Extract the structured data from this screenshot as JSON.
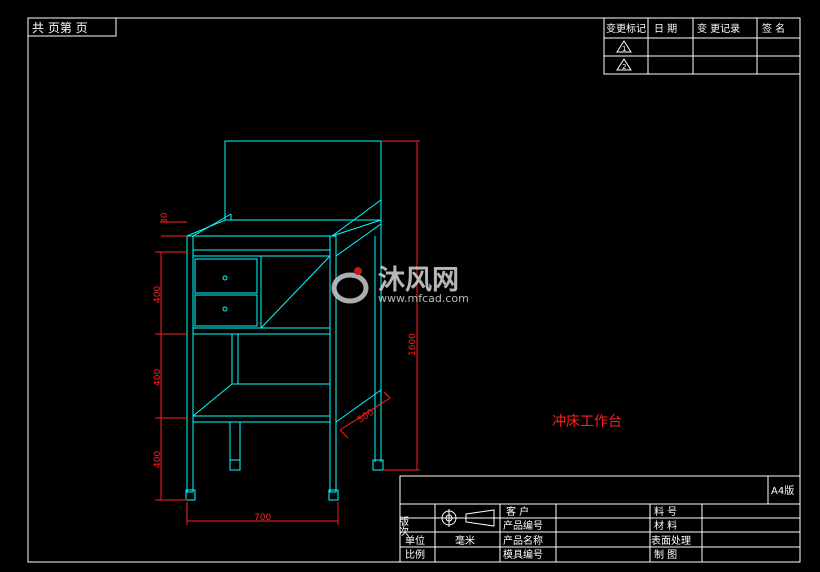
{
  "sheet": {
    "page_count_label": "共 页第 页"
  },
  "revision_table": {
    "headers": [
      "变更标记",
      "日 期",
      "变 更记录",
      "签 名"
    ],
    "rows": [
      {
        "mark": "1"
      },
      {
        "mark": "2"
      }
    ]
  },
  "watermark": {
    "brand": "沐风网",
    "url": "www.mfcad.com"
  },
  "drawing": {
    "title": "冲床工作台",
    "dimensions": {
      "top_lip": "30",
      "drawer_height": "400",
      "middle_height": "400",
      "leg_height": "400",
      "total_height": "1600",
      "width": "700",
      "depth": "500"
    }
  },
  "title_block": {
    "format": "A4版",
    "rows": [
      {
        "left_label": "版次",
        "center_label": "客 户",
        "right_label": "料 号"
      },
      {
        "left_label": "",
        "center_label": "产品编号",
        "right_label": "材 料"
      },
      {
        "left_label": "单位",
        "left_value": "毫米",
        "center_label": "产品名称",
        "right_label": "表面处理"
      },
      {
        "left_label": "比例",
        "center_label": "模具编号",
        "right_label": "制 图"
      }
    ]
  },
  "colors": {
    "frame": "#ffffff",
    "drawing": "#00ffff",
    "dimension": "#ff2020",
    "background": "#000000"
  }
}
